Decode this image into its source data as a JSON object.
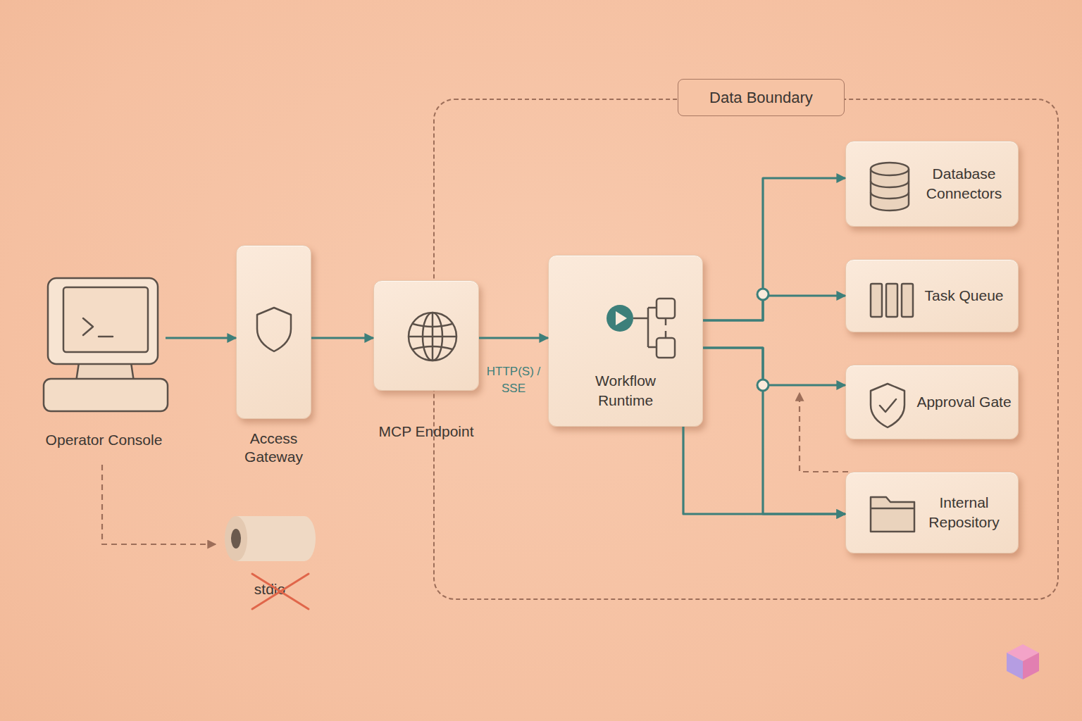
{
  "diagram": {
    "nodes": [
      {
        "text": [
          "Operator Console"
        ]
      },
      {
        "text": [
          "Access Gateway"
        ]
      },
      {
        "text": [
          "MCP Endpoint"
        ]
      },
      {
        "text": [
          "Data Boundary"
        ]
      },
      {
        "text": [
          "Workflow Runtime"
        ],
        "in": 3
      },
      {
        "text": [
          "Database Connectors"
        ],
        "in": 3
      },
      {
        "text": [
          "Task Queue"
        ],
        "in": 3
      },
      {
        "text": [
          "Approval Gate"
        ],
        "in": 3
      },
      {
        "text": [
          "Internal Repository"
        ],
        "in": 3
      },
      {
        "text": [
          "stdio"
        ]
      }
    ],
    "edges": [
      {
        "from": 0,
        "to": 1,
        "arrow": "to"
      },
      {
        "from": 1,
        "to": 2,
        "arrow": "to"
      },
      {
        "from": 2,
        "to": 4,
        "arrow": "to",
        "label": "HTTP(S) / SSE"
      },
      {
        "from": 4,
        "to": 5,
        "arrow": "to"
      },
      {
        "from": 4,
        "to": 6,
        "arrow": "to"
      },
      {
        "from": 4,
        "to": 7,
        "arrow": "to"
      },
      {
        "from": 4,
        "to": 8,
        "arrow": "to"
      },
      {
        "from": 4,
        "to": 8,
        "arrow": "to"
      },
      {
        "from": 8,
        "to": 7,
        "arrow": "to"
      },
      {
        "from": 0,
        "to": 9,
        "arrow": "to"
      }
    ]
  }
}
